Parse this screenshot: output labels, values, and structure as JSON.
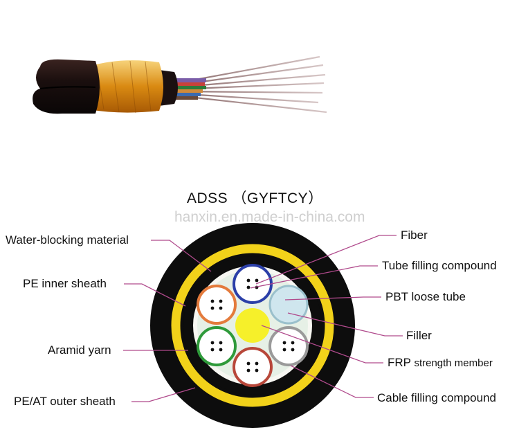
{
  "title": "ADSS （GYFTCY）",
  "watermark": "hanxin.en.made-in-china.com",
  "labels_left": {
    "water_blocking": "Water-blocking material",
    "pe_inner": "PE inner sheath",
    "aramid": "Aramid yarn",
    "outer_prefix": "PE/AT",
    "outer_rest": "outer sheath"
  },
  "labels_right": {
    "fiber": "Fiber",
    "tube_filling": "Tube filling compound",
    "pbt": "PBT loose tube",
    "filler": "Filler",
    "frp_prefix": "FRP",
    "frp_rest": "strength member",
    "cable_filling": "Cable filling compound"
  },
  "colors": {
    "outer_sheath": "#0d0d0d",
    "aramid": "#f2d21a",
    "core_fill": "#e6f0e6",
    "frp": "#f6f02a",
    "leader": "#b04a8c",
    "tube_blue": "#2b3fa8",
    "tube_orange": "#e47b3c",
    "tube_green": "#2e9a3a",
    "tube_brown": "#b8473a",
    "tube_gray": "#9a9a9a",
    "filler": "#cfe6ee"
  }
}
